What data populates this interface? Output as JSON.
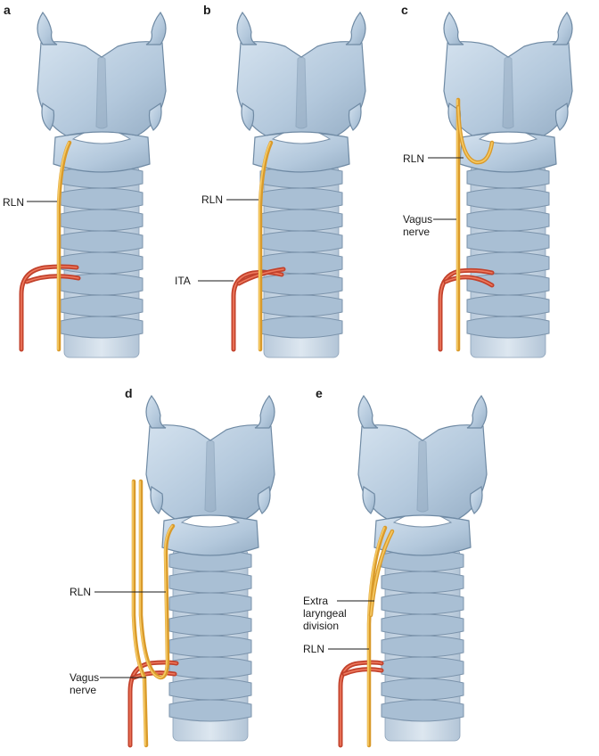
{
  "panels": [
    {
      "id": "a",
      "letter": "a",
      "labels": [
        {
          "key": "rln",
          "text": "RLN"
        }
      ]
    },
    {
      "id": "b",
      "letter": "b",
      "labels": [
        {
          "key": "rln",
          "text": "RLN"
        },
        {
          "key": "ita",
          "text": "ITA"
        }
      ]
    },
    {
      "id": "c",
      "letter": "c",
      "labels": [
        {
          "key": "rln",
          "text": "RLN"
        },
        {
          "key": "vagus",
          "text": "Vagus",
          "text2": "nerve"
        }
      ]
    },
    {
      "id": "d",
      "letter": "d",
      "labels": [
        {
          "key": "rln",
          "text": "RLN"
        },
        {
          "key": "vagus",
          "text": "Vagus",
          "text2": "nerve"
        }
      ]
    },
    {
      "id": "e",
      "letter": "e",
      "labels": [
        {
          "key": "extra",
          "text": "Extra",
          "text2": "laryngeal",
          "text3": "division"
        },
        {
          "key": "rln",
          "text": "RLN"
        }
      ]
    }
  ],
  "colors": {
    "cartilage": "#b9cde0",
    "cartilage_edge": "#6f8aa4",
    "nerve": "#d99a2b",
    "artery": "#c2412b",
    "label": "#1a1a1a"
  }
}
